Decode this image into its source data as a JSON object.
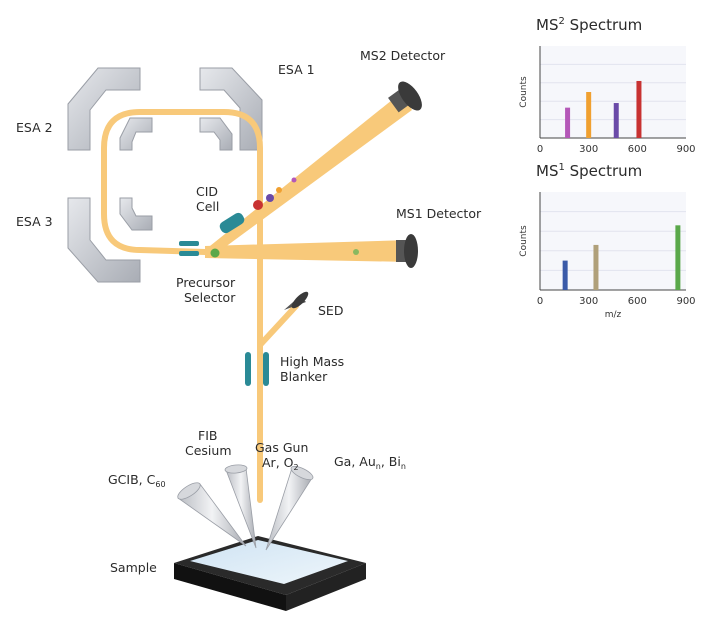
{
  "labels": {
    "esa1": "ESA 1",
    "esa2": "ESA 2",
    "esa3": "ESA 3",
    "ms2_detector": "MS2 Detector",
    "ms1_detector": "MS1 Detector",
    "cid_line1": "CID",
    "cid_line2": "Cell",
    "precursor_line1": "Precursor",
    "precursor_line2": "Selector",
    "sed": "SED",
    "blanker_line1": "High Mass",
    "blanker_line2": "Blanker",
    "fib_line1": "FIB",
    "fib_line2": "Cesium",
    "gasgun_line1": "Gas Gun",
    "gasgun_line2_a": "Ar, O",
    "gasgun_line2_sub": "2",
    "gcib_a": "GCIB, C",
    "gcib_sub": "60",
    "ga_a": "Ga, Au",
    "ga_sub1": "n",
    "ga_b": ", Bi",
    "ga_sub2": "n",
    "sample": "Sample"
  },
  "colors": {
    "beam": "#f8c97a",
    "esa_metal": "#c9ccd2",
    "lens": "#2a8a96",
    "detector": "#3a3a3a"
  },
  "chart_data": [
    {
      "type": "bar",
      "title_main": "MS",
      "title_sup": "2",
      "title_rest": " Spectrum",
      "ylabel": "Counts",
      "xlabel": "",
      "xlim": [
        0,
        900
      ],
      "xticks": [
        0,
        300,
        600,
        900
      ],
      "ylim": [
        0,
        1
      ],
      "x": [
        170,
        300,
        470,
        610
      ],
      "values": [
        0.33,
        0.5,
        0.38,
        0.62
      ],
      "colors": [
        "#b458b8",
        "#f0a030",
        "#6a4aa8",
        "#c83232"
      ]
    },
    {
      "type": "bar",
      "title_main": "MS",
      "title_sup": "1",
      "title_rest": " Spectrum",
      "ylabel": "Counts",
      "xlabel": "m/z",
      "xlim": [
        0,
        900
      ],
      "xticks": [
        0,
        300,
        600,
        900
      ],
      "ylim": [
        0,
        1
      ],
      "x": [
        155,
        345,
        850
      ],
      "values": [
        0.3,
        0.46,
        0.66
      ],
      "colors": [
        "#3a5aa8",
        "#b0a07a",
        "#5aa84a"
      ]
    }
  ]
}
